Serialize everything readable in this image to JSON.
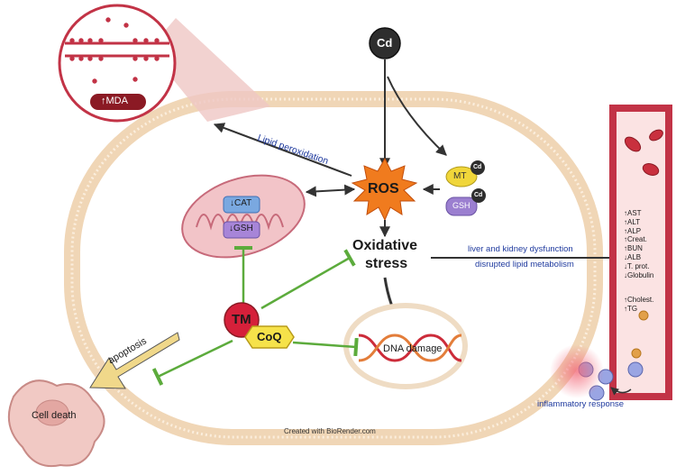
{
  "labels": {
    "cd": "Cd",
    "ros": "ROS",
    "mt": "MT",
    "mt_cd": "Cd",
    "gsh_protein": "GSH",
    "gsh_cd": "Cd",
    "mda": "↑MDA",
    "lipid_peroxidation": "Lipid peroxidation",
    "cat": "↓CAT",
    "gsh_mito": "↓GSH",
    "oxidative_stress_line1": "Oxidative",
    "oxidative_stress_line2": "stress",
    "organ_line1": "liver and kidney dysfunction",
    "organ_line2": "disrupted lipid metabolism",
    "tm": "TM",
    "coq": "CoQ",
    "dna_damage": "DNA damage",
    "apoptosis": "apoptosis",
    "cell_death": "Cell death",
    "inflammatory_response": "inflammatory response",
    "credit": "Created with BioRender.com"
  },
  "blood_markers_a": [
    "↑AST",
    "↑ALT",
    "↑ALP",
    "↑Creat.",
    "↑BUN",
    "↓ALB",
    "↓T. prot.",
    "↓Globulin"
  ],
  "blood_markers_b": [
    "↑Cholest.",
    "↑TG"
  ],
  "colors": {
    "membrane": "#f3dcc0",
    "arrow": "#333333",
    "inhibit": "#5cab3c",
    "ros": "#f07b1e",
    "text_blue": "#1f3a9e",
    "tm": "#d5203a",
    "coq": "#f6e24a",
    "mt": "#f0d63a",
    "gsh": "#9b7fd0",
    "vessel": "#c23346",
    "mito": "#f2c4c8",
    "cat_box": "#7aa8e0",
    "apoptosis_arrow": "#f0d88a"
  }
}
